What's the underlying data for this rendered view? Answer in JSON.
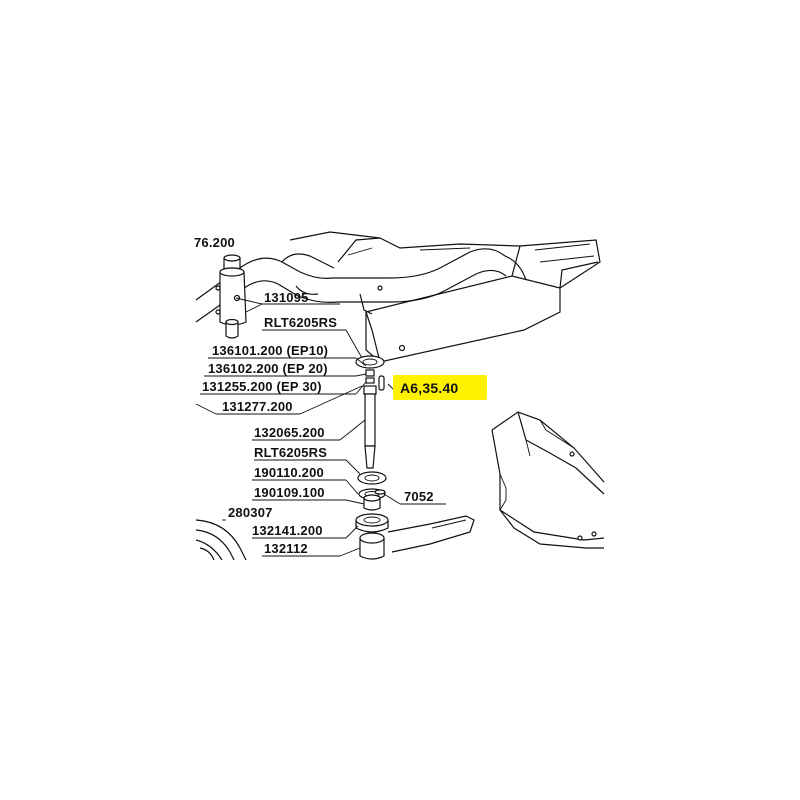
{
  "colors": {
    "highlight": "#fff200",
    "ink": "#111111",
    "background": "#ffffff"
  },
  "labels": {
    "partial_top": "76.200",
    "p131095": "131095",
    "p_rlt_top": "RLT6205RS",
    "p136101": "136101.200 (EP10)",
    "p136102": "136102.200 (EP 20)",
    "p131255": "131255.200 (EP 30)",
    "p131277": "131277.200",
    "p132065": "132065.200",
    "p_rlt_bottom": "RLT6205RS",
    "p190110": "190110.200",
    "p190109": "190109.100",
    "p7052": "7052",
    "p280307": "280307",
    "p132141": "132141.200",
    "p132112": "132112",
    "highlighted": "A6,35.40"
  }
}
